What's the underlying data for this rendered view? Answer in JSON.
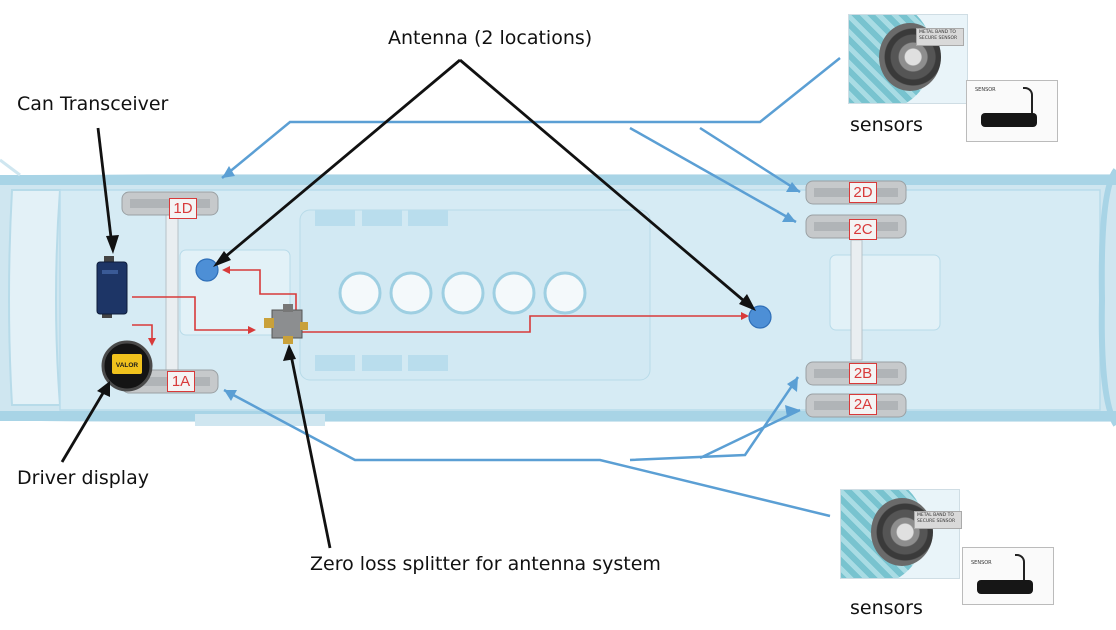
{
  "labels": {
    "antenna": "Antenna (2 locations)",
    "can_transceiver": "Can Transceiver",
    "driver_display": "Driver display",
    "splitter": "Zero loss splitter for antenna system",
    "sensors_top": "sensors",
    "sensors_bottom": "sensors"
  },
  "wheels": {
    "w1d": "1D",
    "w1a": "1A",
    "w2d": "2D",
    "w2c": "2C",
    "w2b": "2B",
    "w2a": "2A"
  },
  "sensor_thumb_top": {
    "band_text": "METAL BAND TO SECURE SENSOR",
    "sensor_text": "SENSOR"
  },
  "sensor_thumb_bottom": {
    "band_text": "METAL BAND TO SECURE SENSOR",
    "sensor_text": "SENSOR"
  },
  "display_brand": "VALOR",
  "colors": {
    "bus_body": "#cfe6f0",
    "bus_roof": "#9ecfe2",
    "sensor_lines": "#5b9fd4",
    "wiring": "#d83a3a",
    "pointer": "#111111",
    "antenna": "#4d8fd6",
    "tag": "#d83a3a"
  }
}
